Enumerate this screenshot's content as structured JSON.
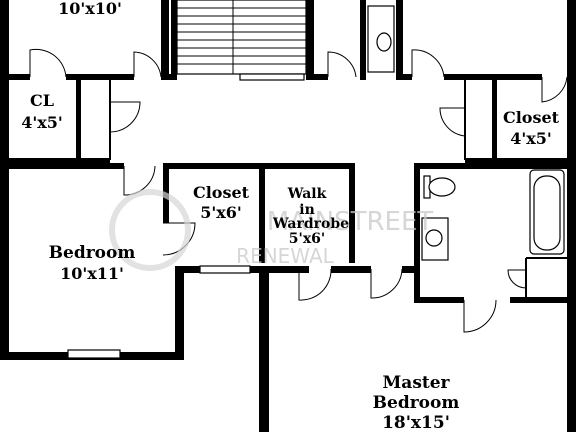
{
  "rooms": {
    "top_left_size": "10'x10'",
    "cl_name": "CL",
    "cl_size": "4'x5'",
    "closet_right_name": "Closet",
    "closet_right_size": "4'x5'",
    "closet_mid_name": "Closet",
    "closet_mid_size": "5'x6'",
    "walkin_line1": "Walk",
    "walkin_line2": "in",
    "walkin_line3": "Wardrobe",
    "walkin_size": "5'x6'",
    "bedroom_name": "Bedroom",
    "bedroom_size": "10'x11'",
    "master_name1": "Master",
    "master_name2": "Bedroom",
    "master_size": "18'x15'"
  },
  "watermark": {
    "line1": "MAINSTREET",
    "line2": "RENEWAL"
  }
}
